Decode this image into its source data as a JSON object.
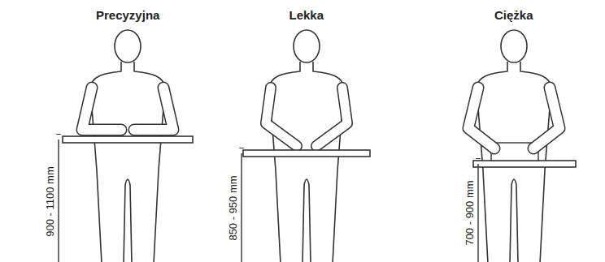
{
  "diagram": {
    "labels": [
      "Precyzyjna",
      "900 - 1100 mm",
      "Lekka",
      "850 - 950 mm",
      "Ciężka",
      "700 - 900 mm"
    ]
  }
}
